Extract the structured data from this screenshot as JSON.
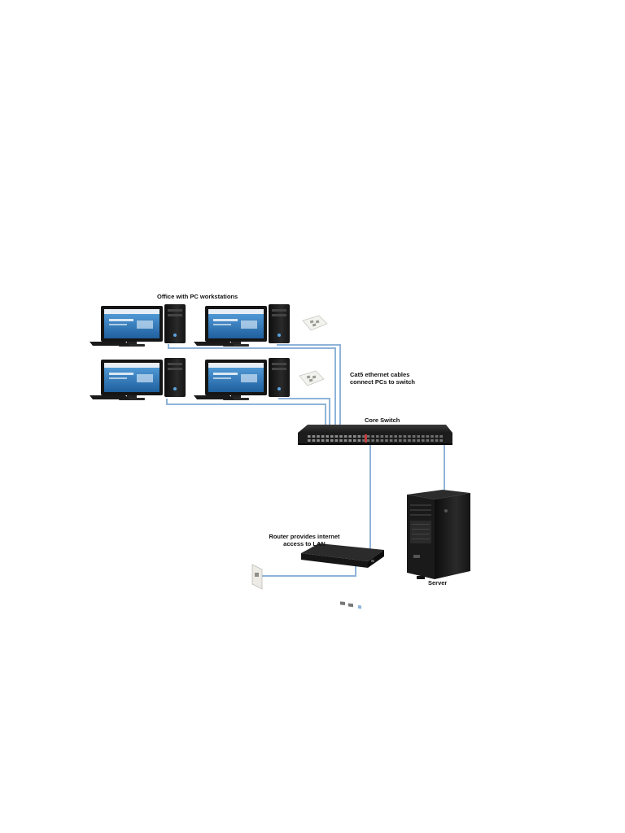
{
  "labels": {
    "office": "Office with PC workstations",
    "cables_line1": "Cat5 ethernet cables",
    "cables_line2": "connect PCs to switch",
    "switch": "Core Switch",
    "router_line1": "Router provides internet",
    "router_line2": "access to LAN",
    "server": "Server"
  },
  "colors": {
    "cable": "#8fb3d9",
    "device_dark": "#1b1b1b",
    "screen_blue": "#2f7fc6",
    "background": "#ffffff"
  },
  "nodes": [
    {
      "id": "pc-1",
      "icon": "pc-workstation-icon"
    },
    {
      "id": "pc-2",
      "icon": "pc-workstation-icon"
    },
    {
      "id": "pc-3",
      "icon": "pc-workstation-icon"
    },
    {
      "id": "pc-4",
      "icon": "pc-workstation-icon"
    },
    {
      "id": "wall-plate-1",
      "icon": "wall-plate-icon"
    },
    {
      "id": "wall-plate-2",
      "icon": "wall-plate-icon"
    },
    {
      "id": "core-switch",
      "icon": "network-switch-icon"
    },
    {
      "id": "router",
      "icon": "router-icon"
    },
    {
      "id": "server",
      "icon": "server-tower-icon"
    },
    {
      "id": "wall-jack",
      "icon": "wall-jack-icon"
    }
  ],
  "edges": [
    {
      "from": "pc-1",
      "to": "core-switch"
    },
    {
      "from": "pc-2",
      "to": "core-switch"
    },
    {
      "from": "pc-3",
      "to": "core-switch"
    },
    {
      "from": "pc-4",
      "to": "core-switch"
    },
    {
      "from": "core-switch",
      "to": "router"
    },
    {
      "from": "core-switch",
      "to": "server"
    },
    {
      "from": "router",
      "to": "wall-jack"
    }
  ]
}
